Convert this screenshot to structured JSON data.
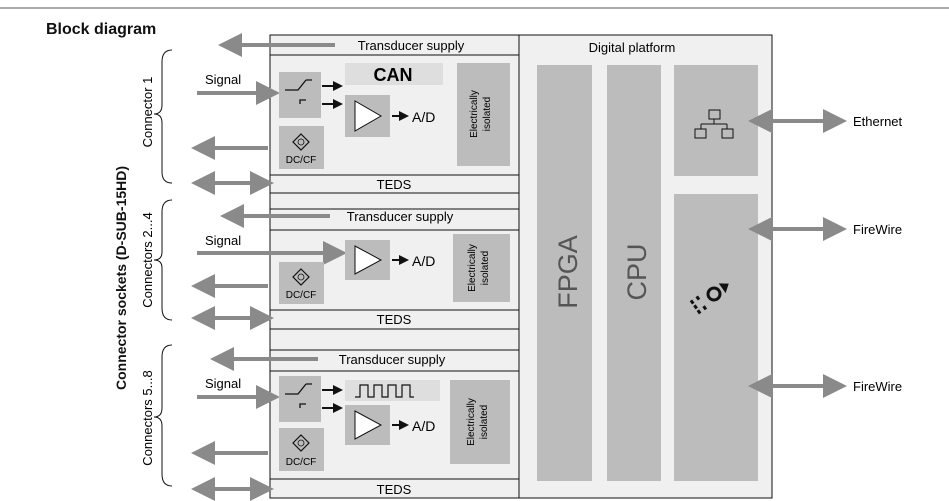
{
  "title": "Block diagram",
  "side_label": "Connector sockets (D-SUB-15HD)",
  "groups": [
    {
      "connector_label": "Connector 1",
      "transducer_supply": "Transducer supply",
      "signal": "Signal",
      "can": "CAN",
      "ad": "A/D",
      "isolated": [
        "Electrically",
        "isolated"
      ],
      "dccf": "DC/CF",
      "teds": "TEDS"
    },
    {
      "connector_label": "Connectors 2...4",
      "transducer_supply": "Transducer supply",
      "signal": "Signal",
      "ad": "A/D",
      "isolated": [
        "Electrically",
        "isolated"
      ],
      "dccf": "DC/CF",
      "teds": "TEDS"
    },
    {
      "connector_label": "Connectors 5...8",
      "transducer_supply": "Transducer supply",
      "signal": "Signal",
      "ad": "A/D",
      "isolated": [
        "Electrically",
        "isolated"
      ],
      "dccf": "DC/CF",
      "teds": "TEDS"
    }
  ],
  "platform": {
    "title": "Digital platform",
    "fpga": "FPGA",
    "cpu": "CPU",
    "network_icon": "network-icon",
    "firewire_icon": "firewire-icon"
  },
  "outputs": [
    "Ethernet",
    "FireWire",
    "FireWire"
  ],
  "colors": {
    "line": "#111111",
    "block": "#bcbcbc",
    "panel": "#f0f0f0",
    "arrow": "#8a8a8a"
  }
}
